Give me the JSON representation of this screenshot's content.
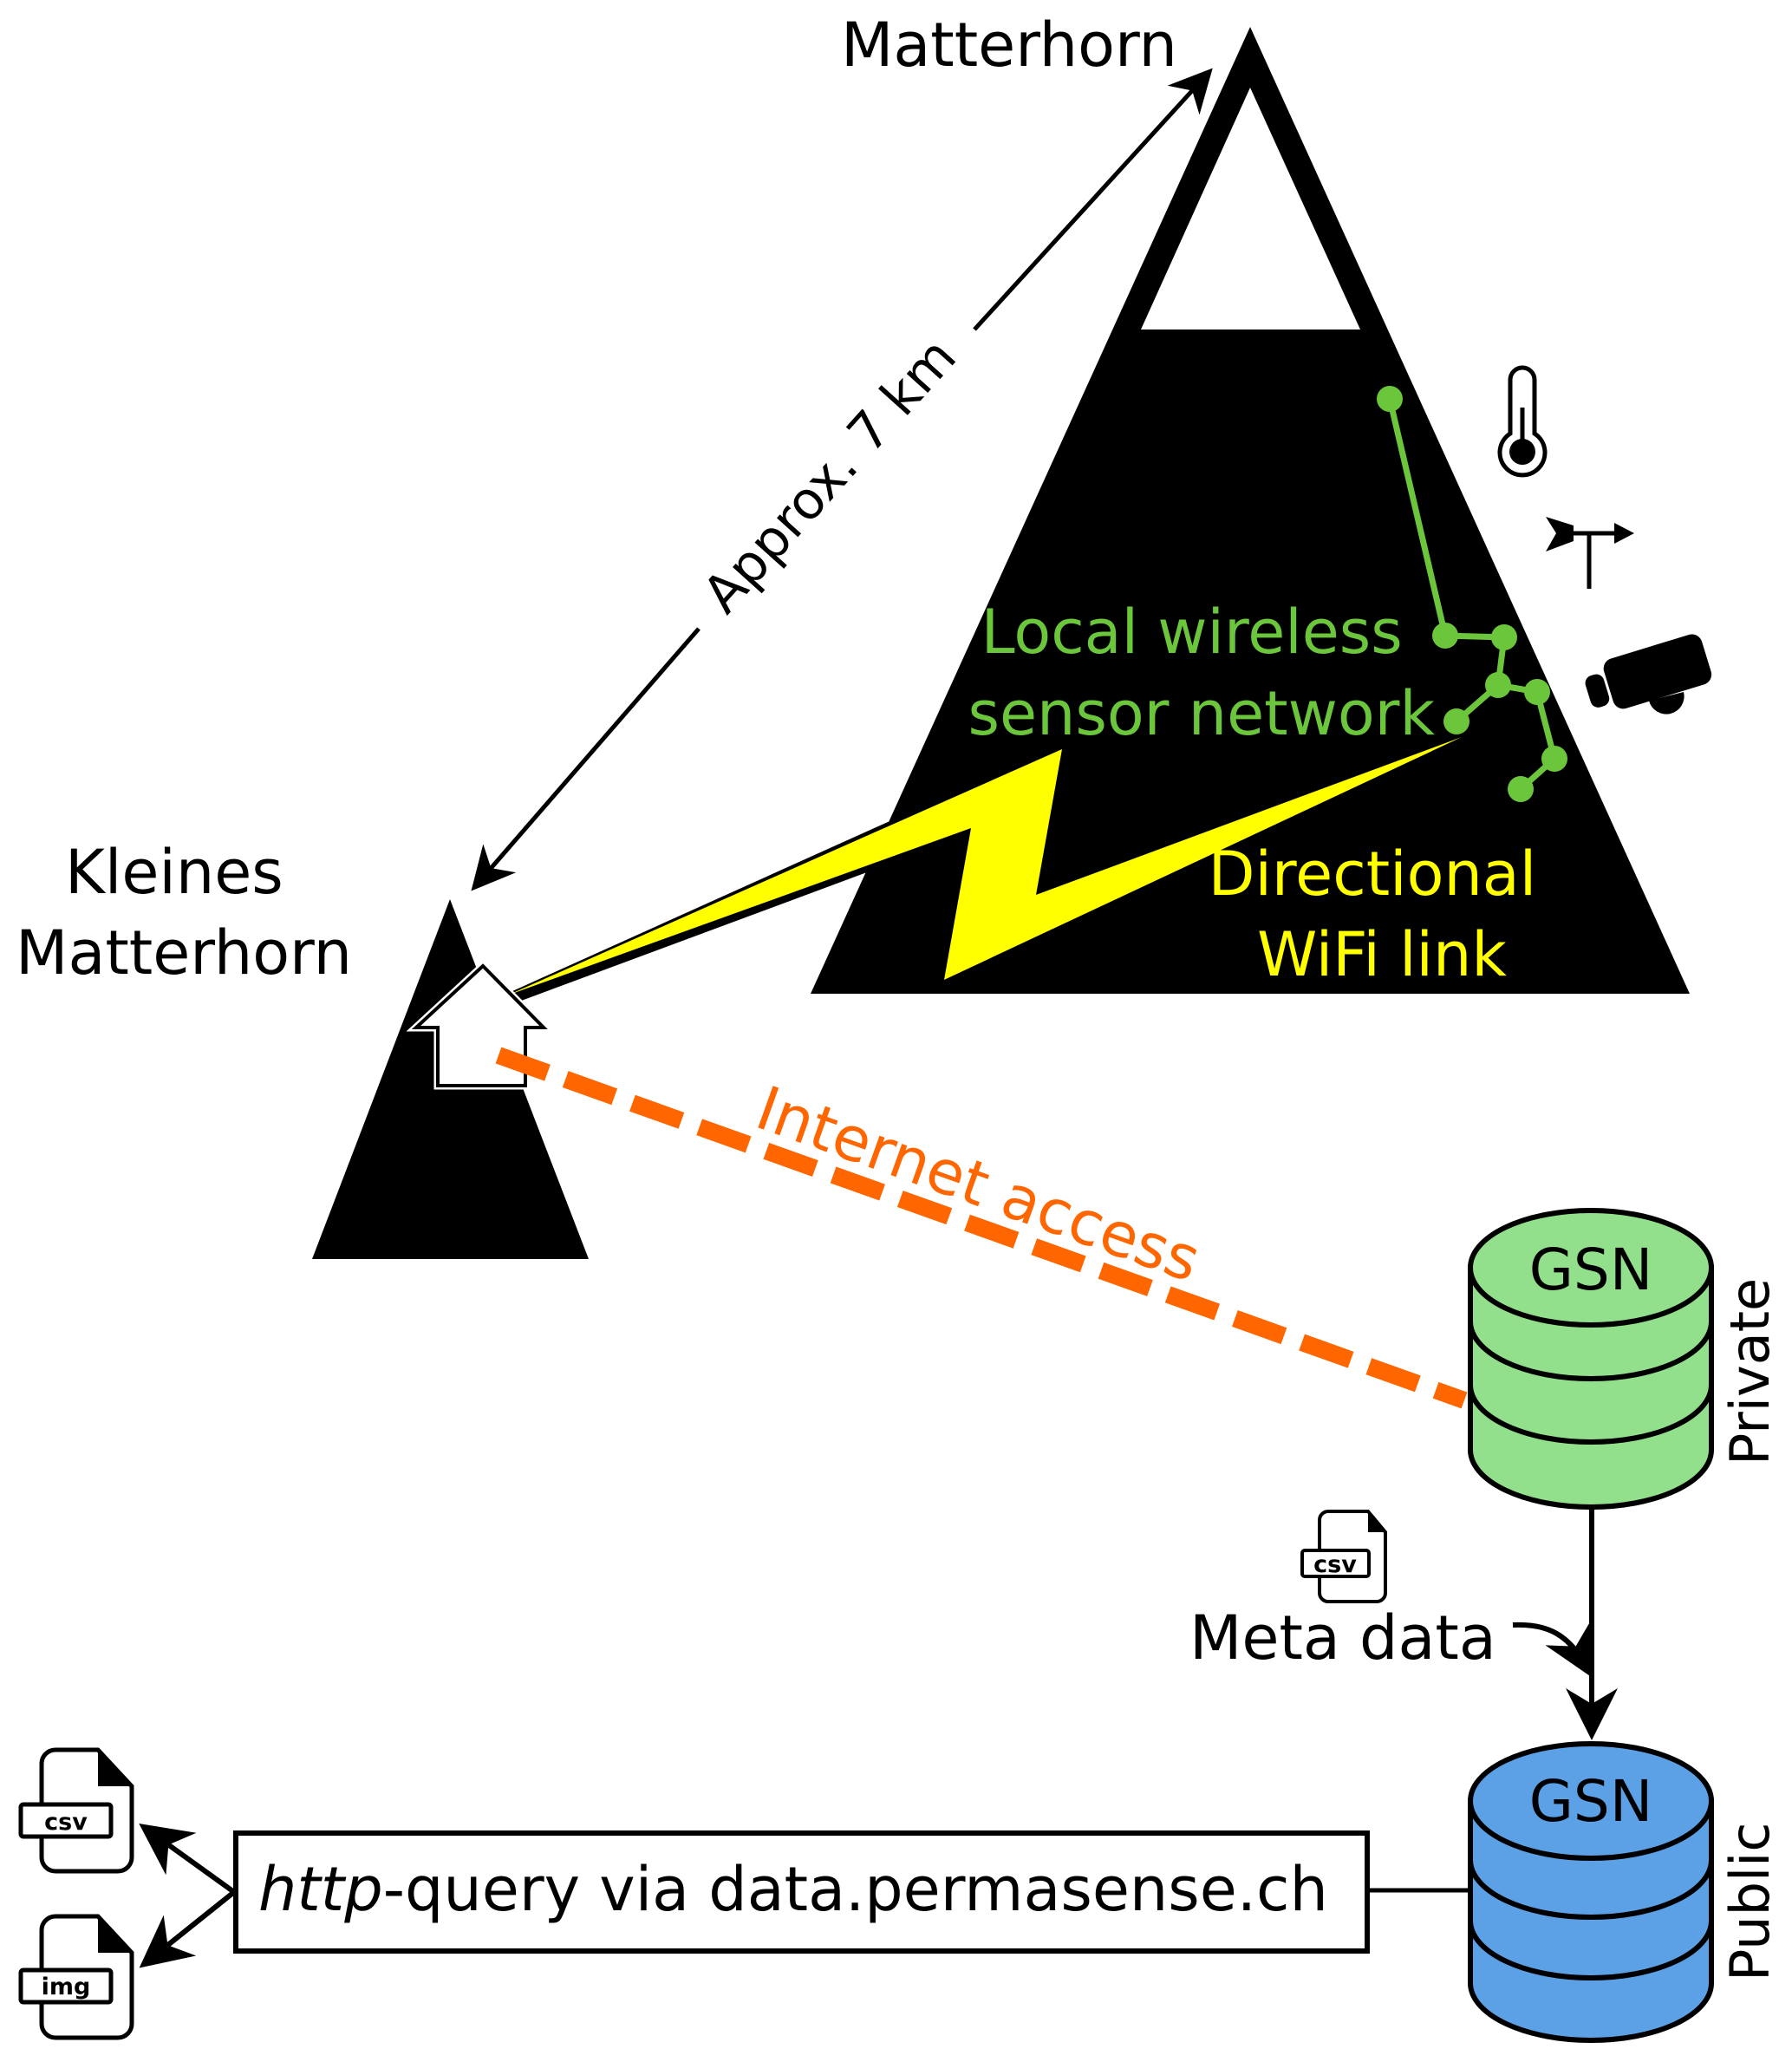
{
  "diagram": {
    "mountains": {
      "main": {
        "label": "Matterhorn"
      },
      "small": {
        "label_lines": [
          "Kleines",
          "Matterhorn"
        ]
      }
    },
    "distance_label": "Approx. 7 km",
    "sensor_network": {
      "label_lines": [
        "Local wireless",
        "sensor network"
      ],
      "color": "#6cc63b"
    },
    "wifi_link": {
      "label_lines": [
        "Directional",
        "WiFi link"
      ],
      "color": "#ffff00"
    },
    "internet_link": {
      "label": "Internet access",
      "color": "#ff6600"
    },
    "sensors": [
      {
        "icon": "thermometer-icon"
      },
      {
        "icon": "wind-vane-icon"
      },
      {
        "icon": "camera-icon"
      }
    ],
    "databases": {
      "private": {
        "title": "GSN",
        "side_label": "Private",
        "color": "#93e08c"
      },
      "public": {
        "title": "GSN",
        "side_label": "Public",
        "color": "#5ca0e6"
      }
    },
    "metadata": {
      "label": "Meta data",
      "file_type": "csv"
    },
    "query_box": {
      "prefix_italic": "http",
      "rest": "-query via data.permasense.ch"
    },
    "outputs": [
      {
        "file_type": "csv"
      },
      {
        "file_type": "img"
      }
    ]
  }
}
